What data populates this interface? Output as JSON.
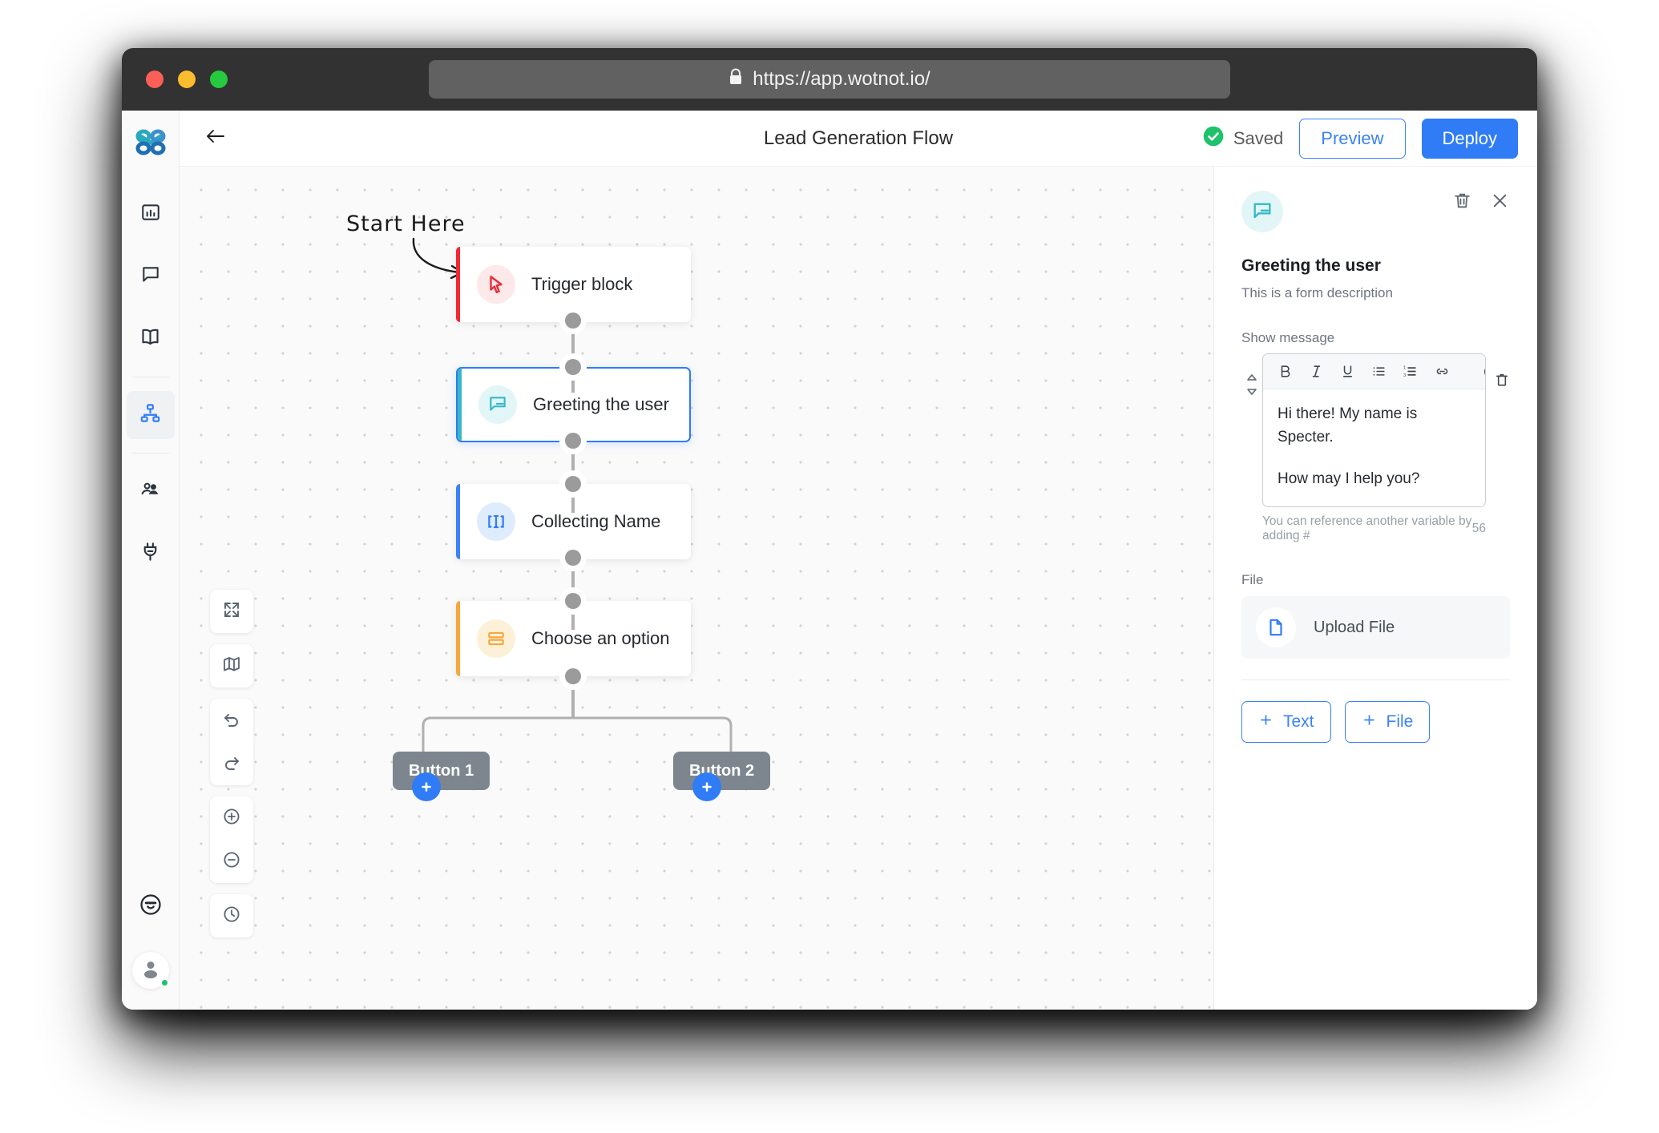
{
  "browser": {
    "url": "https://app.wotnot.io/",
    "lock_icon": "lock-icon",
    "traffic_lights": [
      "close",
      "minimize",
      "maximize"
    ]
  },
  "app": {
    "logo_name": "wotnot-logo",
    "back_label": "←",
    "title": "Lead Generation Flow",
    "saved_label": "Saved",
    "preview_label": "Preview",
    "deploy_label": "Deploy",
    "accent_color": "#2f7cf6",
    "saved_color": "#1ec26b"
  },
  "sidebar": {
    "items": [
      {
        "name": "analytics",
        "icon": "bar-chart-icon",
        "active": false
      },
      {
        "name": "conversations",
        "icon": "chat-bubble-icon",
        "active": false
      },
      {
        "name": "knowledge-base",
        "icon": "book-icon",
        "active": false
      },
      {
        "name": "flow-builder",
        "icon": "sitemap-icon",
        "active": true
      },
      {
        "name": "contacts",
        "icon": "users-icon",
        "active": false
      },
      {
        "name": "integrations",
        "icon": "plug-icon",
        "active": false
      }
    ],
    "bottom": [
      {
        "name": "help",
        "icon": "help-face-icon"
      },
      {
        "name": "profile",
        "icon": "avatar-icon",
        "status": "online"
      }
    ]
  },
  "canvas": {
    "annotation": "Start Here",
    "toolbar": [
      {
        "name": "fit-to-screen",
        "icon": "fit-screen-icon"
      },
      {
        "name": "minimap",
        "icon": "map-icon"
      },
      {
        "name": "undo",
        "icon": "undo-icon"
      },
      {
        "name": "redo",
        "icon": "redo-icon"
      },
      {
        "name": "zoom-in",
        "icon": "plus-circle-icon"
      },
      {
        "name": "zoom-out",
        "icon": "minus-circle-icon"
      },
      {
        "name": "history",
        "icon": "clock-icon"
      }
    ],
    "nodes": [
      {
        "id": "trigger",
        "label": "Trigger block",
        "icon": "cursor-icon",
        "bar_color": "#f32735",
        "icon_bg": "#fde8ea",
        "icon_color": "#ea2b39",
        "selected": false
      },
      {
        "id": "greeting",
        "label": "Greeting the user",
        "icon": "chat-bubble-icon",
        "bar_color": "#35b8c6",
        "icon_bg": "#e2f6f8",
        "icon_color": "#35b8c6",
        "selected": true
      },
      {
        "id": "collecting-name",
        "label": "Collecting Name",
        "icon": "text-input-icon",
        "bar_color": "#3b82f6",
        "icon_bg": "#dfecfd",
        "icon_color": "#2f7cf6",
        "selected": false
      },
      {
        "id": "choose-option",
        "label": "Choose an option",
        "icon": "list-icon",
        "bar_color": "#f5a83c",
        "icon_bg": "#fdf0d8",
        "icon_color": "#f5b council",
        "selected": false
      }
    ],
    "buttons": [
      {
        "label": "Button 1",
        "add_label": "+"
      },
      {
        "label": "Button 2",
        "add_label": "+"
      }
    ]
  },
  "panel": {
    "icon": "chat-bubble-icon",
    "delete_icon": "trash-icon",
    "close_icon": "close-icon",
    "title": "Greeting the user",
    "description": "This is a form description",
    "message_label": "Show message",
    "toolbar": [
      {
        "name": "bold",
        "label": "B"
      },
      {
        "name": "italic",
        "label": "I"
      },
      {
        "name": "underline",
        "label": "U"
      },
      {
        "name": "bullet-list",
        "label": "bullet-list-icon"
      },
      {
        "name": "numbered-list",
        "label": "numbered-list-icon"
      },
      {
        "name": "link",
        "label": "link-icon"
      },
      {
        "name": "emoji",
        "label": "emoji-icon"
      }
    ],
    "message_lines": [
      "Hi there! My name is Specter.",
      "How may I help you?"
    ],
    "helper_text": "You can reference another variable by adding #",
    "char_count": "56",
    "file_label": "File",
    "upload_label": "Upload File",
    "add_text_label": "Text",
    "add_file_label": "File",
    "add_plus": "+"
  }
}
